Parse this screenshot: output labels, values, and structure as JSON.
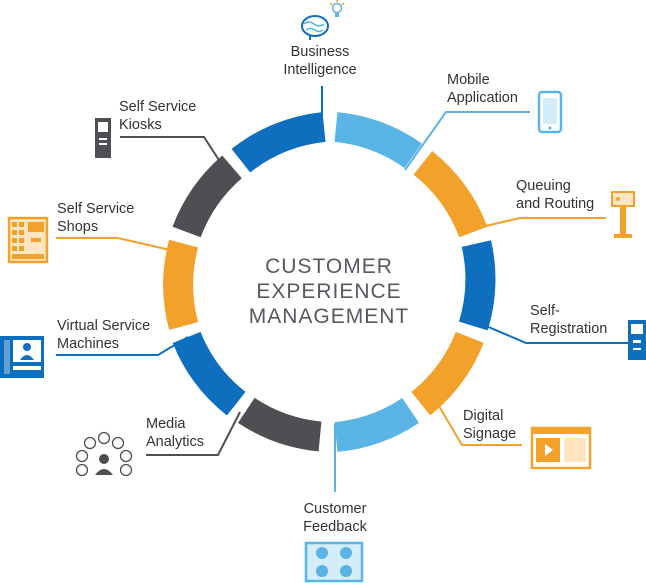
{
  "center_title": {
    "line1": "CUSTOMER",
    "line2": "EXPERIENCE",
    "line3": "MANAGEMENT"
  },
  "colors": {
    "blue": "#0e6fbe",
    "light_blue": "#5ab4e6",
    "orange": "#f2a12a",
    "gray": "#4d4f52"
  },
  "nodes": [
    {
      "id": "business-intelligence",
      "line1": "Business",
      "line2": "Intelligence",
      "color": "#0e6fbe",
      "icon": "brain-lightbulb-icon"
    },
    {
      "id": "mobile-application",
      "line1": "Mobile",
      "line2": "Application",
      "color": "#5ab4e6",
      "icon": "smartphone-icon"
    },
    {
      "id": "queuing-and-routing",
      "line1": "Queuing",
      "line2": "and Routing",
      "color": "#f2a12a",
      "icon": "queue-kiosk-icon"
    },
    {
      "id": "self-registration",
      "line1": "Self-",
      "line2": "Registration",
      "color": "#0e6fbe",
      "icon": "registration-kiosk-icon"
    },
    {
      "id": "digital-signage",
      "line1": "Digital",
      "line2": "Signage",
      "color": "#f2a12a",
      "icon": "signage-screen-icon"
    },
    {
      "id": "customer-feedback",
      "line1": "Customer",
      "line2": "Feedback",
      "color": "#5ab4e6",
      "icon": "feedback-smileys-icon"
    },
    {
      "id": "media-analytics",
      "line1": "Media",
      "line2": "Analytics",
      "color": "#4d4f52",
      "icon": "social-media-icon"
    },
    {
      "id": "virtual-service-machines",
      "line1": "Virtual Service",
      "line2": "Machines",
      "color": "#0e6fbe",
      "icon": "video-booth-icon"
    },
    {
      "id": "self-service-shops",
      "line1": "Self Service",
      "line2": "Shops",
      "color": "#f2a12a",
      "icon": "vending-shop-icon"
    },
    {
      "id": "self-service-kiosks",
      "line1": "Self Service",
      "line2": "Kiosks",
      "color": "#4d4f52",
      "icon": "kiosk-icon"
    }
  ]
}
